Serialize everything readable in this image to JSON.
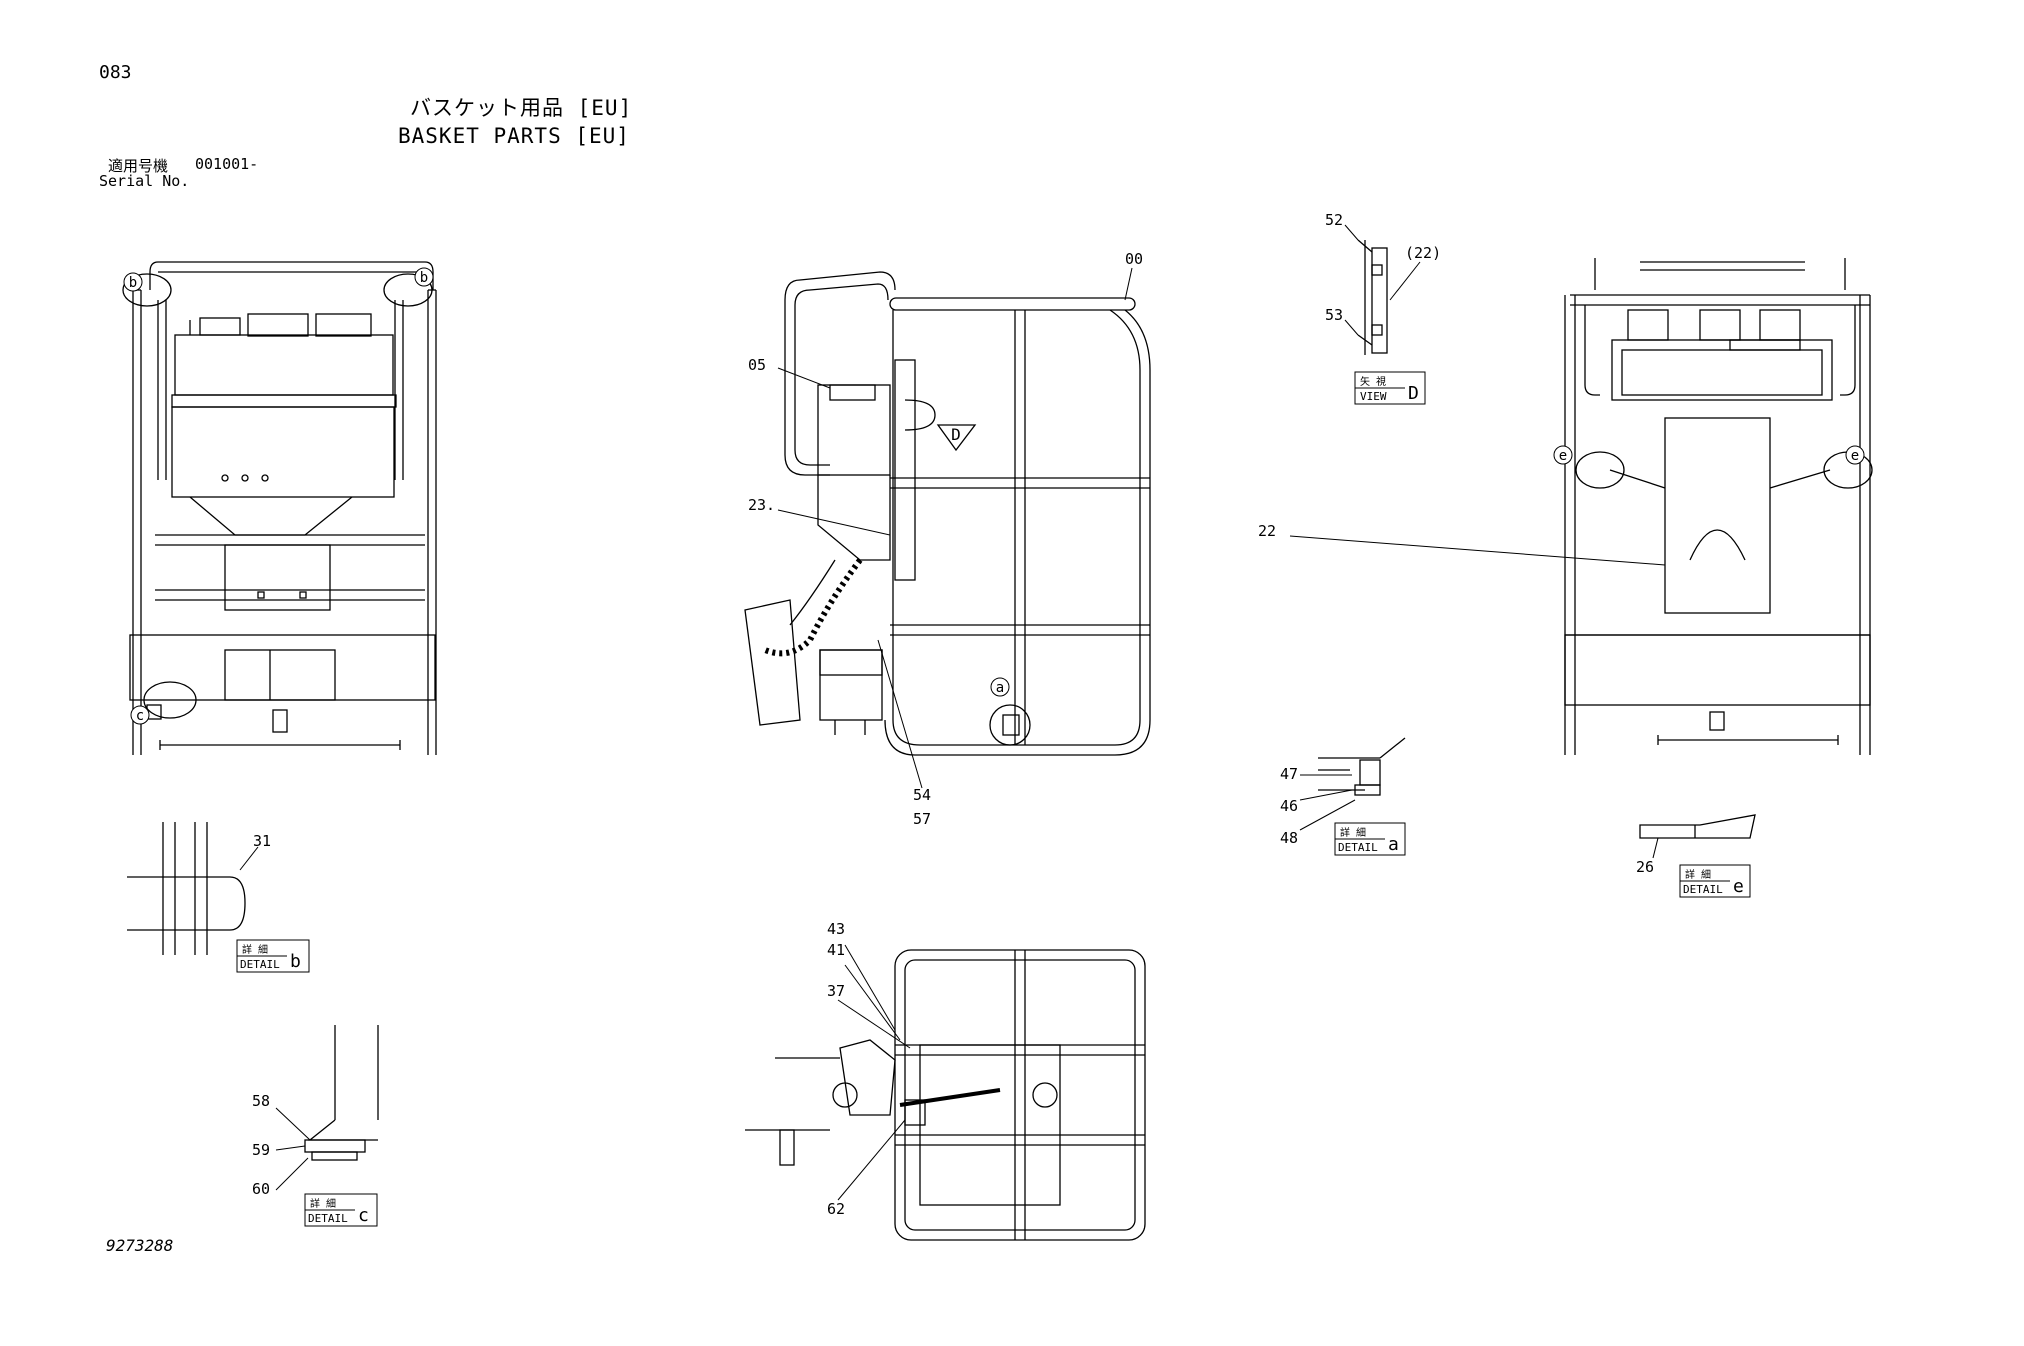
{
  "header": {
    "page_number": "083",
    "title_jp": "バスケット用品 [EU]",
    "title_en": "BASKET PARTS [EU]",
    "serial_label_jp": "適用号機",
    "serial_value": "001001-",
    "serial_label_en": "Serial No."
  },
  "footer": {
    "drawing_number": "9273288"
  },
  "callouts": {
    "p00": "00",
    "p05": "05",
    "p22": "22",
    "p22_ref": "(22)",
    "p23": "23.",
    "p26": "26",
    "p31": "31",
    "p37": "37",
    "p41": "41",
    "p43": "43",
    "p46": "46",
    "p47": "47",
    "p48": "48",
    "p52": "52",
    "p53": "53",
    "p54": "54",
    "p57": "57",
    "p58": "58",
    "p59": "59",
    "p60": "60",
    "p62": "62"
  },
  "detail_markers": {
    "a": "a",
    "b": "b",
    "c": "c",
    "e": "e",
    "D": "D"
  },
  "boxes": {
    "view_jp": "矢 視",
    "view_en": "VIEW",
    "detail_jp": "詳 細",
    "detail_en": "DETAIL"
  }
}
